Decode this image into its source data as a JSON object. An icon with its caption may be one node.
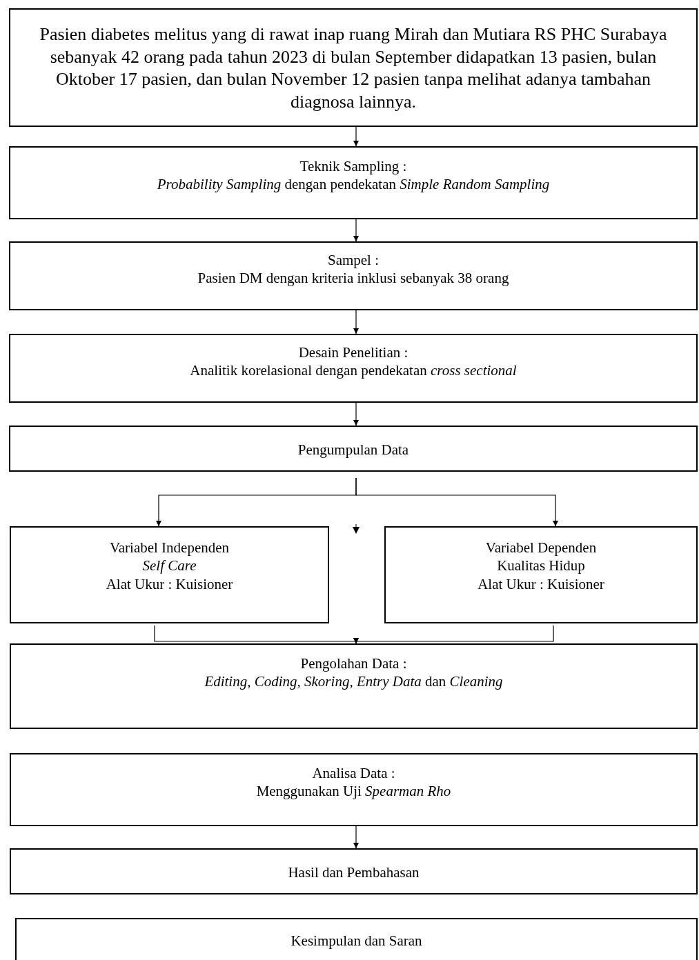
{
  "diagram": {
    "nodes": [
      {
        "text": [
          "Pasien diabetes melitus yang di rawat inap ruang Mirah dan Mutiara RS PHC Surabaya sebanyak 42 orang pada tahun 2023 di bulan September didapatkan 13 pasien, bulan Oktober 17 pasien, dan bulan November 12 pasien tanpa melihat adanya tambahan diagnosa lainnya."
        ]
      },
      {
        "text": [
          "Teknik Sampling :",
          "*Probability Sampling* dengan pendekatan *Simple Random Sampling*"
        ]
      },
      {
        "text": [
          "Sampel :",
          "Pasien DM dengan kriteria inklusi sebanyak 38 orang"
        ]
      },
      {
        "text": [
          "Desain Penelitian :",
          "Analitik korelasional dengan pendekatan *cross sectional*"
        ]
      },
      {
        "text": [
          "Pengumpulan Data"
        ]
      },
      {
        "text": [
          "Variabel Independen",
          "*Self Care*",
          "Alat Ukur : Kuisioner"
        ]
      },
      {
        "text": [
          "Variabel Dependen",
          "Kualitas Hidup",
          "Alat Ukur : Kuisioner"
        ]
      },
      {
        "text": [
          "Pengolahan Data :",
          "*Editing, Coding, Skoring, Entry Data* dan *Cleaning*"
        ]
      },
      {
        "text": [
          "Analisa Data :",
          "Menggunakan Uji *Spearman Rho*"
        ]
      },
      {
        "text": [
          "Hasil dan Pembahasan"
        ]
      },
      {
        "text": [
          "Kesimpulan dan Saran"
        ]
      }
    ],
    "edges": [
      {
        "from": 0,
        "to": 1,
        "arrow": "to"
      },
      {
        "from": 1,
        "to": 2,
        "arrow": "to"
      },
      {
        "from": 2,
        "to": 3,
        "arrow": "to"
      },
      {
        "from": 3,
        "to": 4,
        "arrow": "to"
      },
      {
        "from": 4,
        "to": 5,
        "arrow": "to"
      },
      {
        "from": 4,
        "to": 6,
        "arrow": "to"
      },
      {
        "from": 5,
        "to": 7,
        "arrow": "to"
      },
      {
        "from": 6,
        "to": 7,
        "arrow": "to"
      },
      {
        "from": 8,
        "to": 9,
        "arrow": "to"
      }
    ]
  }
}
